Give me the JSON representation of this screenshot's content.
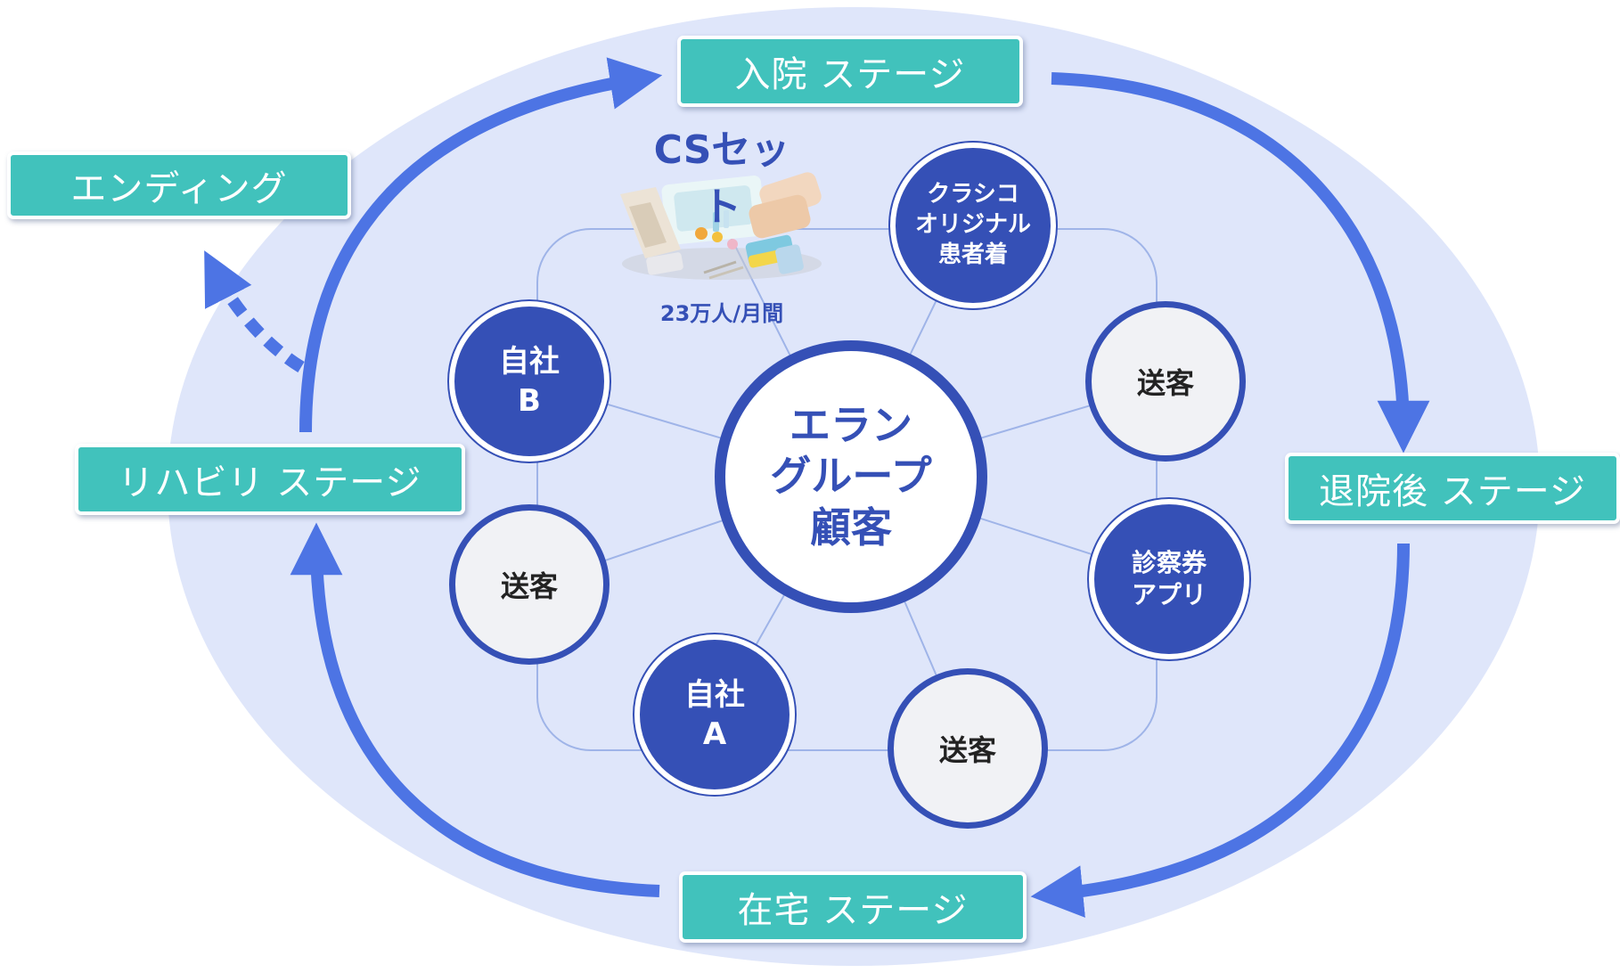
{
  "stages": {
    "nyuin": "入院 ステージ",
    "taiingo": "退院後 ステージ",
    "zaitaku": "在宅 ステージ",
    "rihabiri": "リハビリ ステージ",
    "ending": "エンディング"
  },
  "center": {
    "line1": "エラン",
    "line2": "グループ",
    "line3": "顧客"
  },
  "cs_set": {
    "title": "CSセット",
    "caption": "23万人/月間"
  },
  "nodes": {
    "kurashiko": {
      "line1": "クラシコ",
      "line2": "オリジナル",
      "line3": "患者着"
    },
    "soukyaku_right": "送客",
    "shinsatsuken": {
      "line1": "診察券",
      "line2": "アプリ"
    },
    "soukyaku_bottom": "送客",
    "jisha_a": {
      "line1": "自社",
      "line2": "A"
    },
    "soukyaku_left": "送客",
    "jisha_b": {
      "line1": "自社",
      "line2": "B"
    }
  },
  "colors": {
    "outer_ellipse": "#dfe6fa",
    "arrow": "#4d74e4",
    "node_dark": "#3550b6",
    "stage_box": "#41c2bc",
    "connector": "#9fb4e8"
  }
}
